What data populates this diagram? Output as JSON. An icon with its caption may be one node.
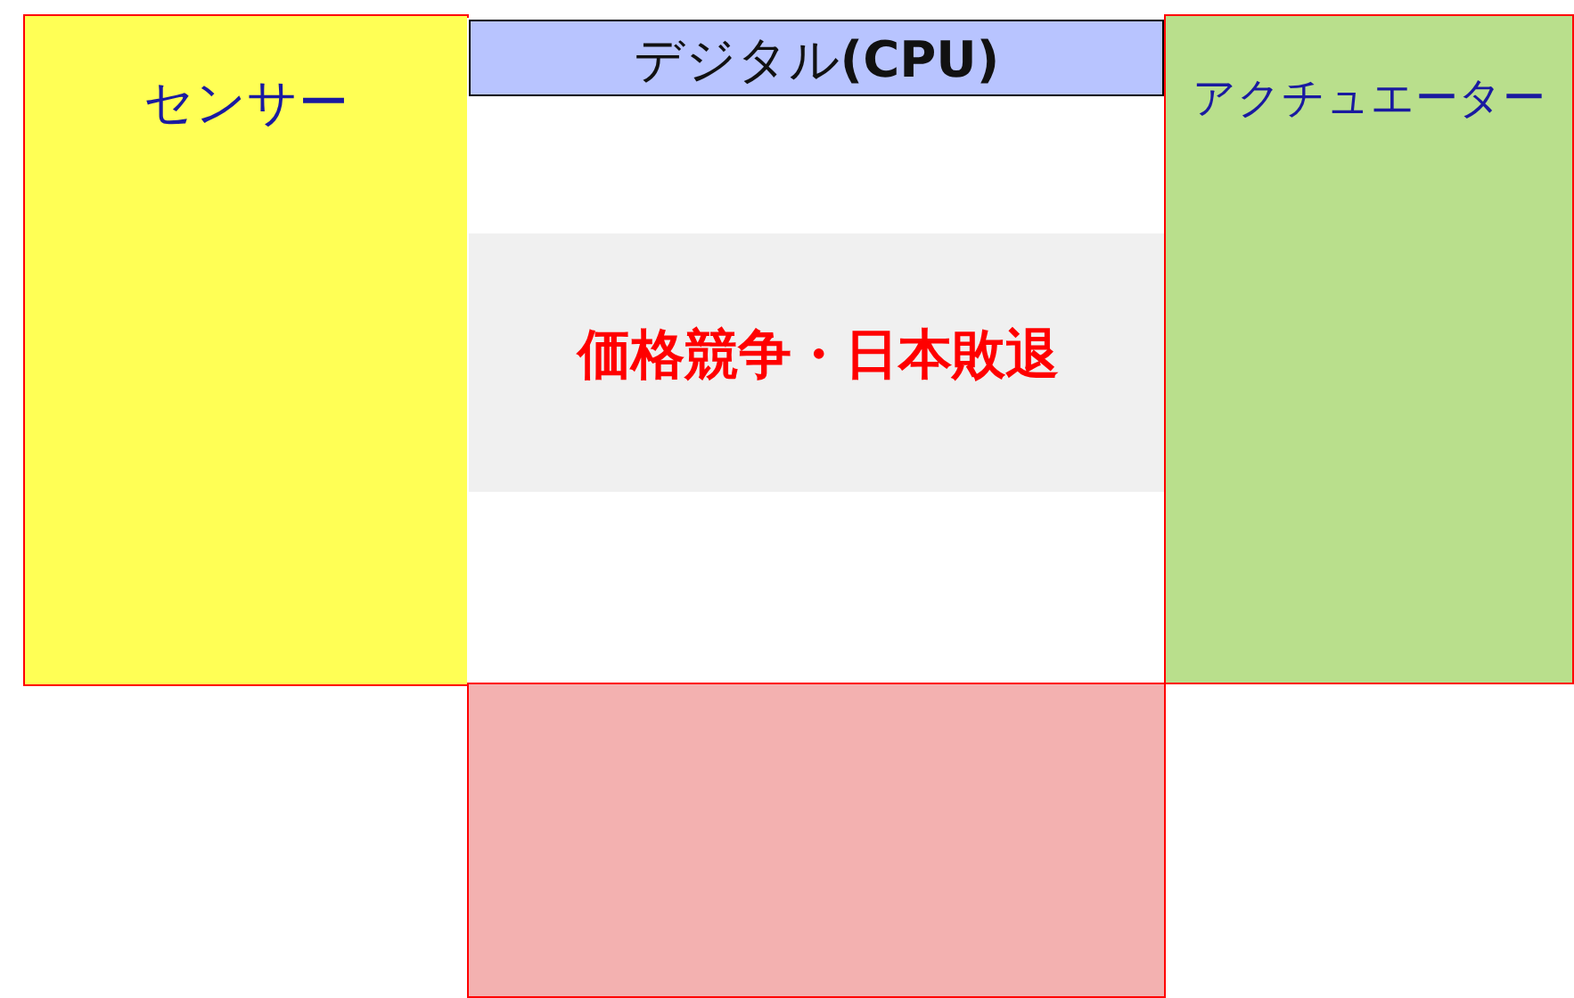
{
  "diagram": {
    "nodes": [
      {
        "text": [
          "センサー"
        ]
      },
      {
        "text": [
          "デジタル**(CPU)**"
        ]
      },
      {
        "text": [
          "価格競争・日本敗退"
        ],
        "in": 1
      },
      {
        "text": [
          "アクチュエーター"
        ]
      },
      {
        "text": [],
        "shape": "box"
      }
    ],
    "edges": []
  }
}
